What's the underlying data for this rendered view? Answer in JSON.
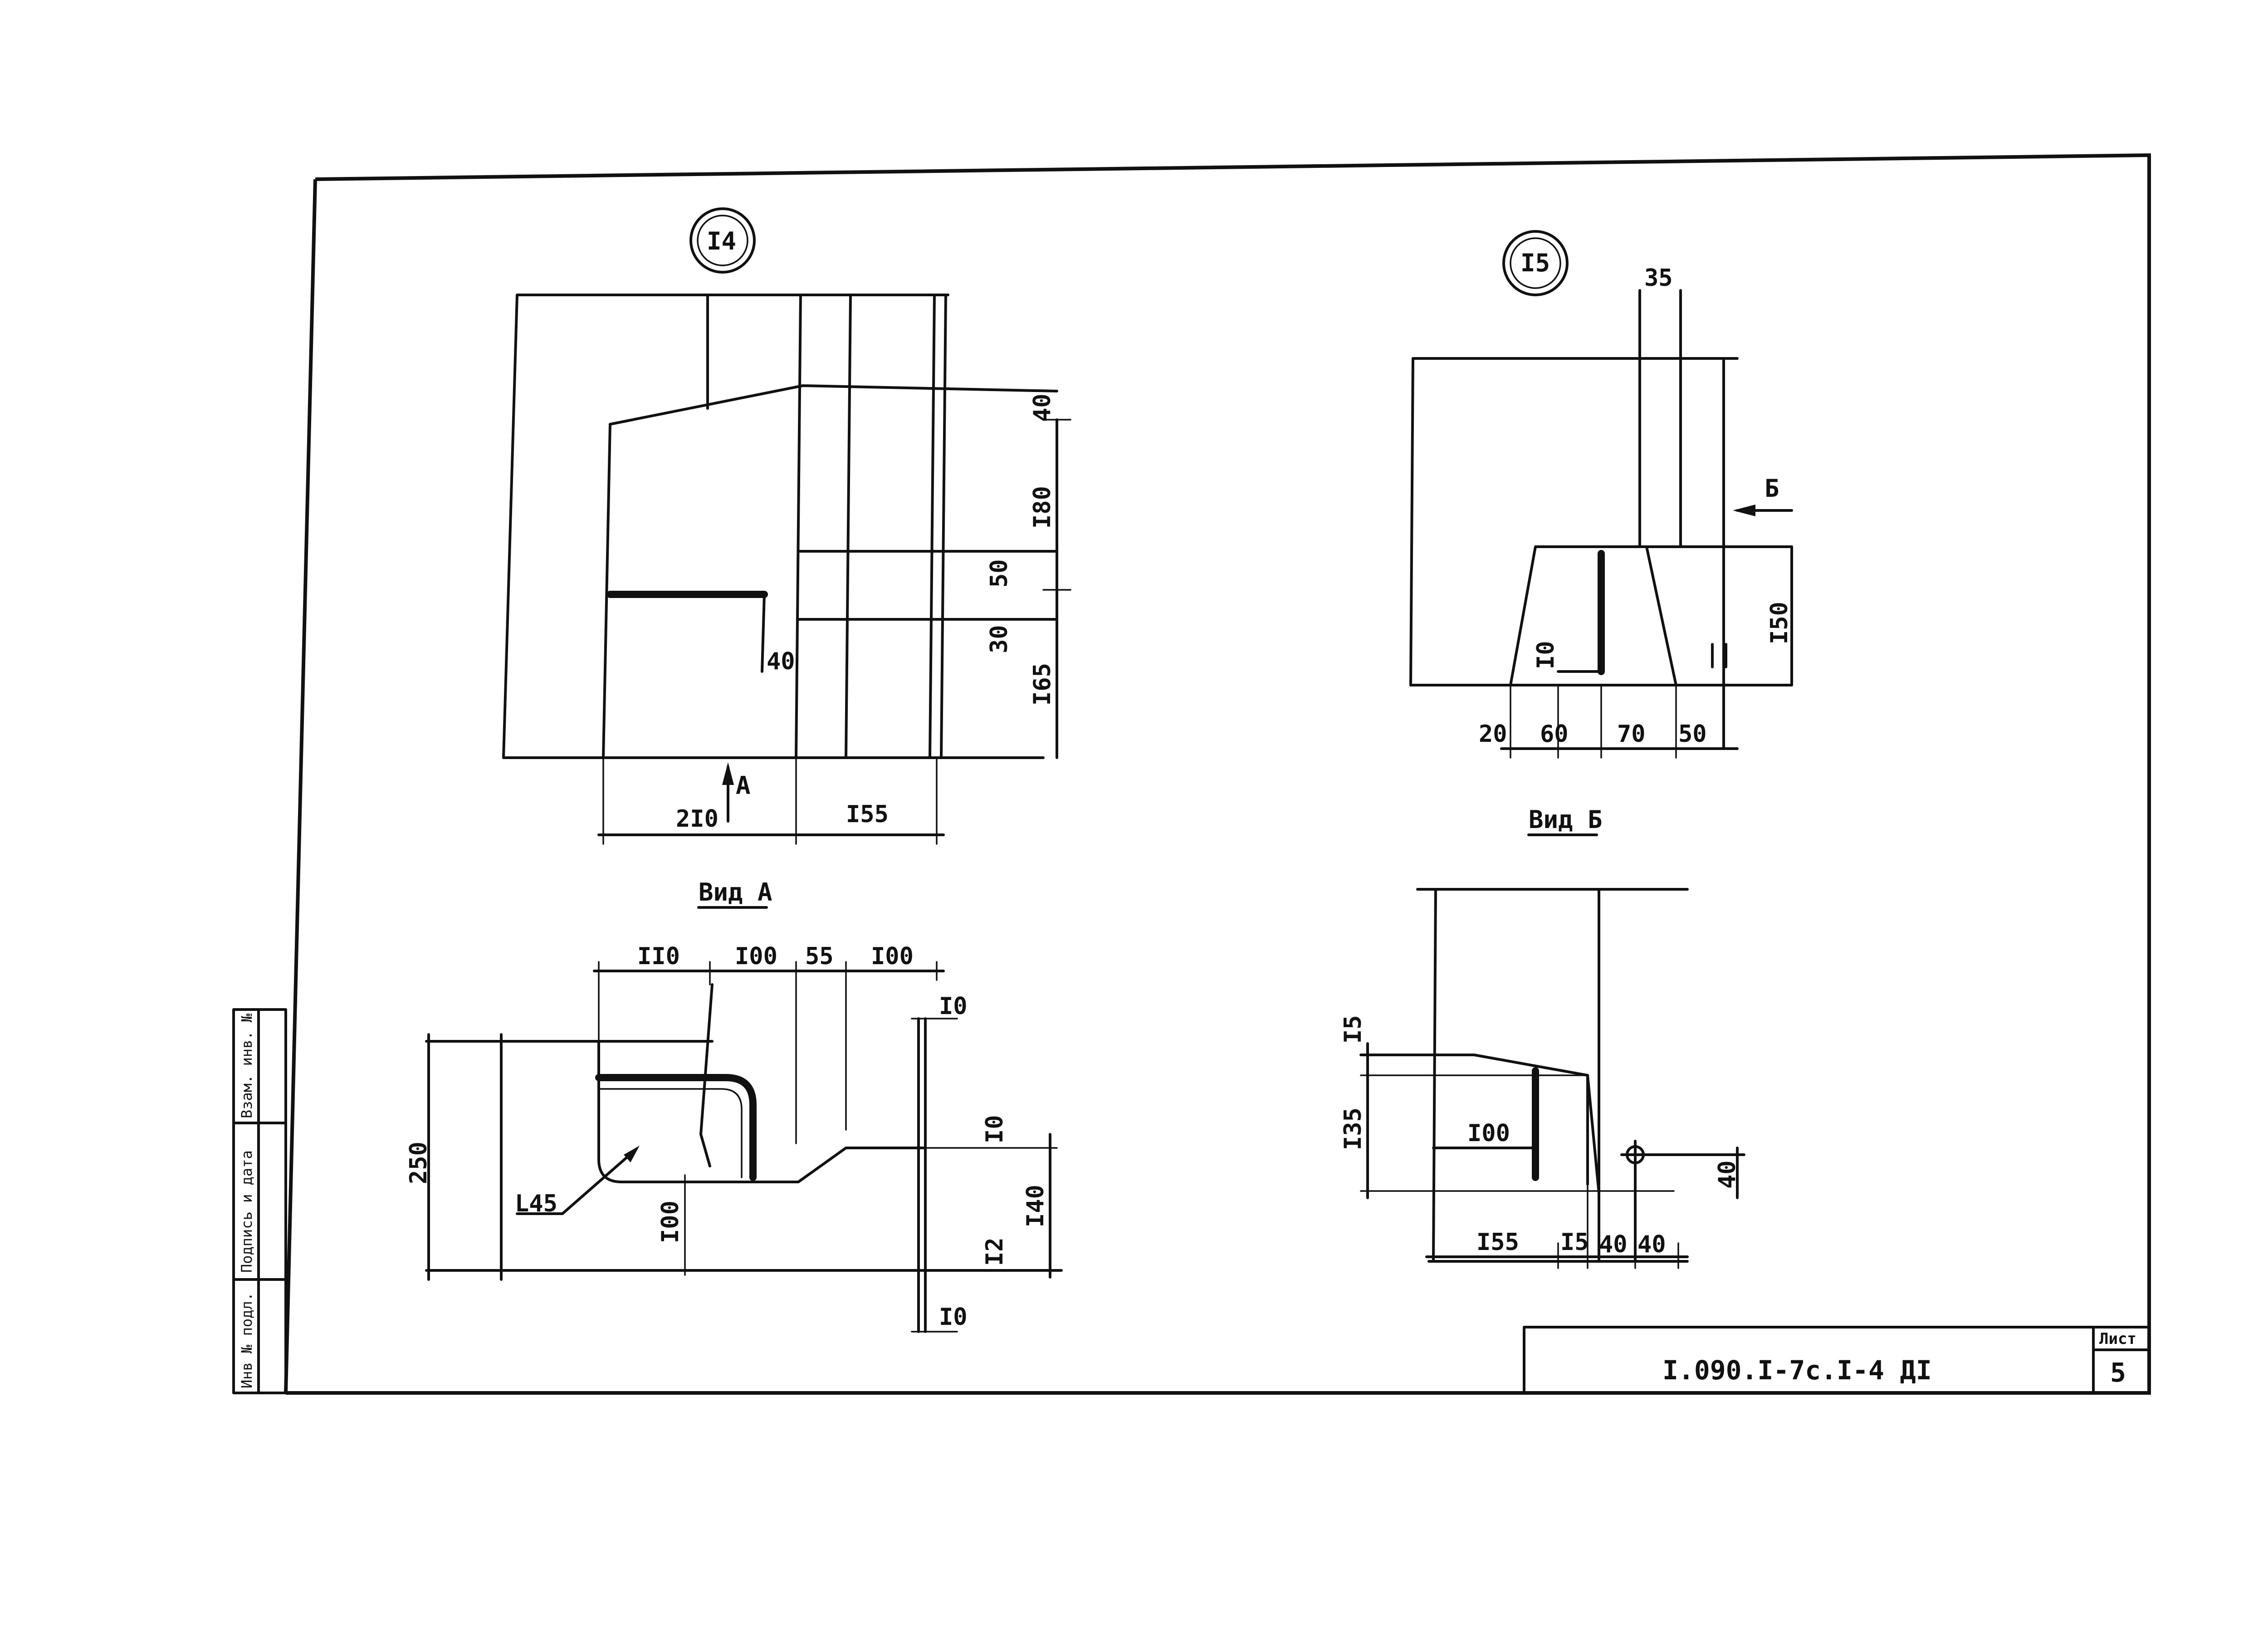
{
  "side_stamp": {
    "inv_no": "Инв № подл.",
    "signature_date": "Подпись и дата",
    "replacement_inv_no": "Взам. инв. №"
  },
  "title_block": {
    "document_code": "I.090.I-7c.I-4 ДI",
    "sheet_label": "Лист",
    "sheet_number": "5"
  },
  "node_14": {
    "number": "I4",
    "dims_right": [
      "40",
      "I80",
      "50",
      "30",
      "I65"
    ],
    "dims_bottom": [
      "2I0",
      "I55"
    ],
    "dim_inner": "40",
    "view_arrow": "А"
  },
  "node_15": {
    "number": "I5",
    "dim_top": "35",
    "dims_bottom": [
      "20",
      "60",
      "70",
      "50"
    ],
    "dim_height": "I50",
    "dim_small": "I0",
    "view_arrow": "Б"
  },
  "view_a": {
    "title": "Вид А",
    "dims_top": [
      "II0",
      "I00",
      "55",
      "I00"
    ],
    "dim_left": "250",
    "angle_label": "L45",
    "dim_bottom_inner": "I00",
    "dims_right": [
      "I0",
      "I0",
      "I40",
      "I2",
      "I0"
    ]
  },
  "view_b": {
    "title": "Вид Б",
    "dims_left": [
      "I5",
      "I35"
    ],
    "dim_inner": "I00",
    "dims_bottom": [
      "I55",
      "I5",
      "40",
      "40"
    ],
    "dim_right": "40"
  }
}
